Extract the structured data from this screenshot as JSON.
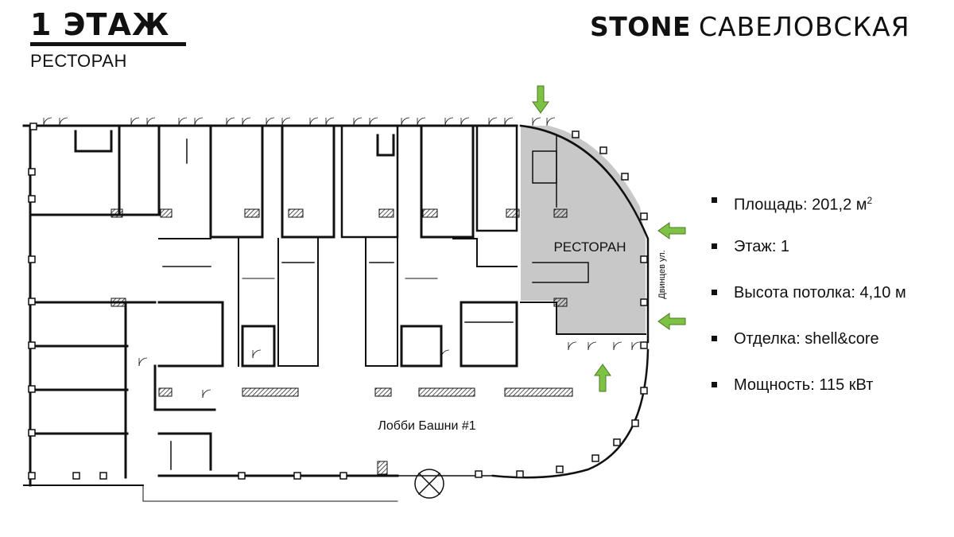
{
  "header": {
    "floor_title": "1 ЭТАЖ",
    "floor_subtitle": "РЕСТОРАН"
  },
  "brand": {
    "name_bold": "STONE",
    "name_light": "САВЕЛОВСКАЯ"
  },
  "plan": {
    "highlight_label": "РЕСТОРАН",
    "lobby_label": "Лобби Башни #1",
    "street_label": "Двинцев ул.",
    "highlight_color": "#c8c8c8",
    "arrow_color": "#7dc242",
    "wall_color": "#111111"
  },
  "specs": {
    "items": [
      {
        "text": "Площадь: 201,2 м",
        "sup": "2"
      },
      {
        "text": "Этаж: 1",
        "sup": ""
      },
      {
        "text": "Высота потолка: 4,10 м",
        "sup": ""
      },
      {
        "text": "Отделка: shell&core",
        "sup": ""
      },
      {
        "text": "Мощность: 115 кВт",
        "sup": ""
      }
    ]
  }
}
